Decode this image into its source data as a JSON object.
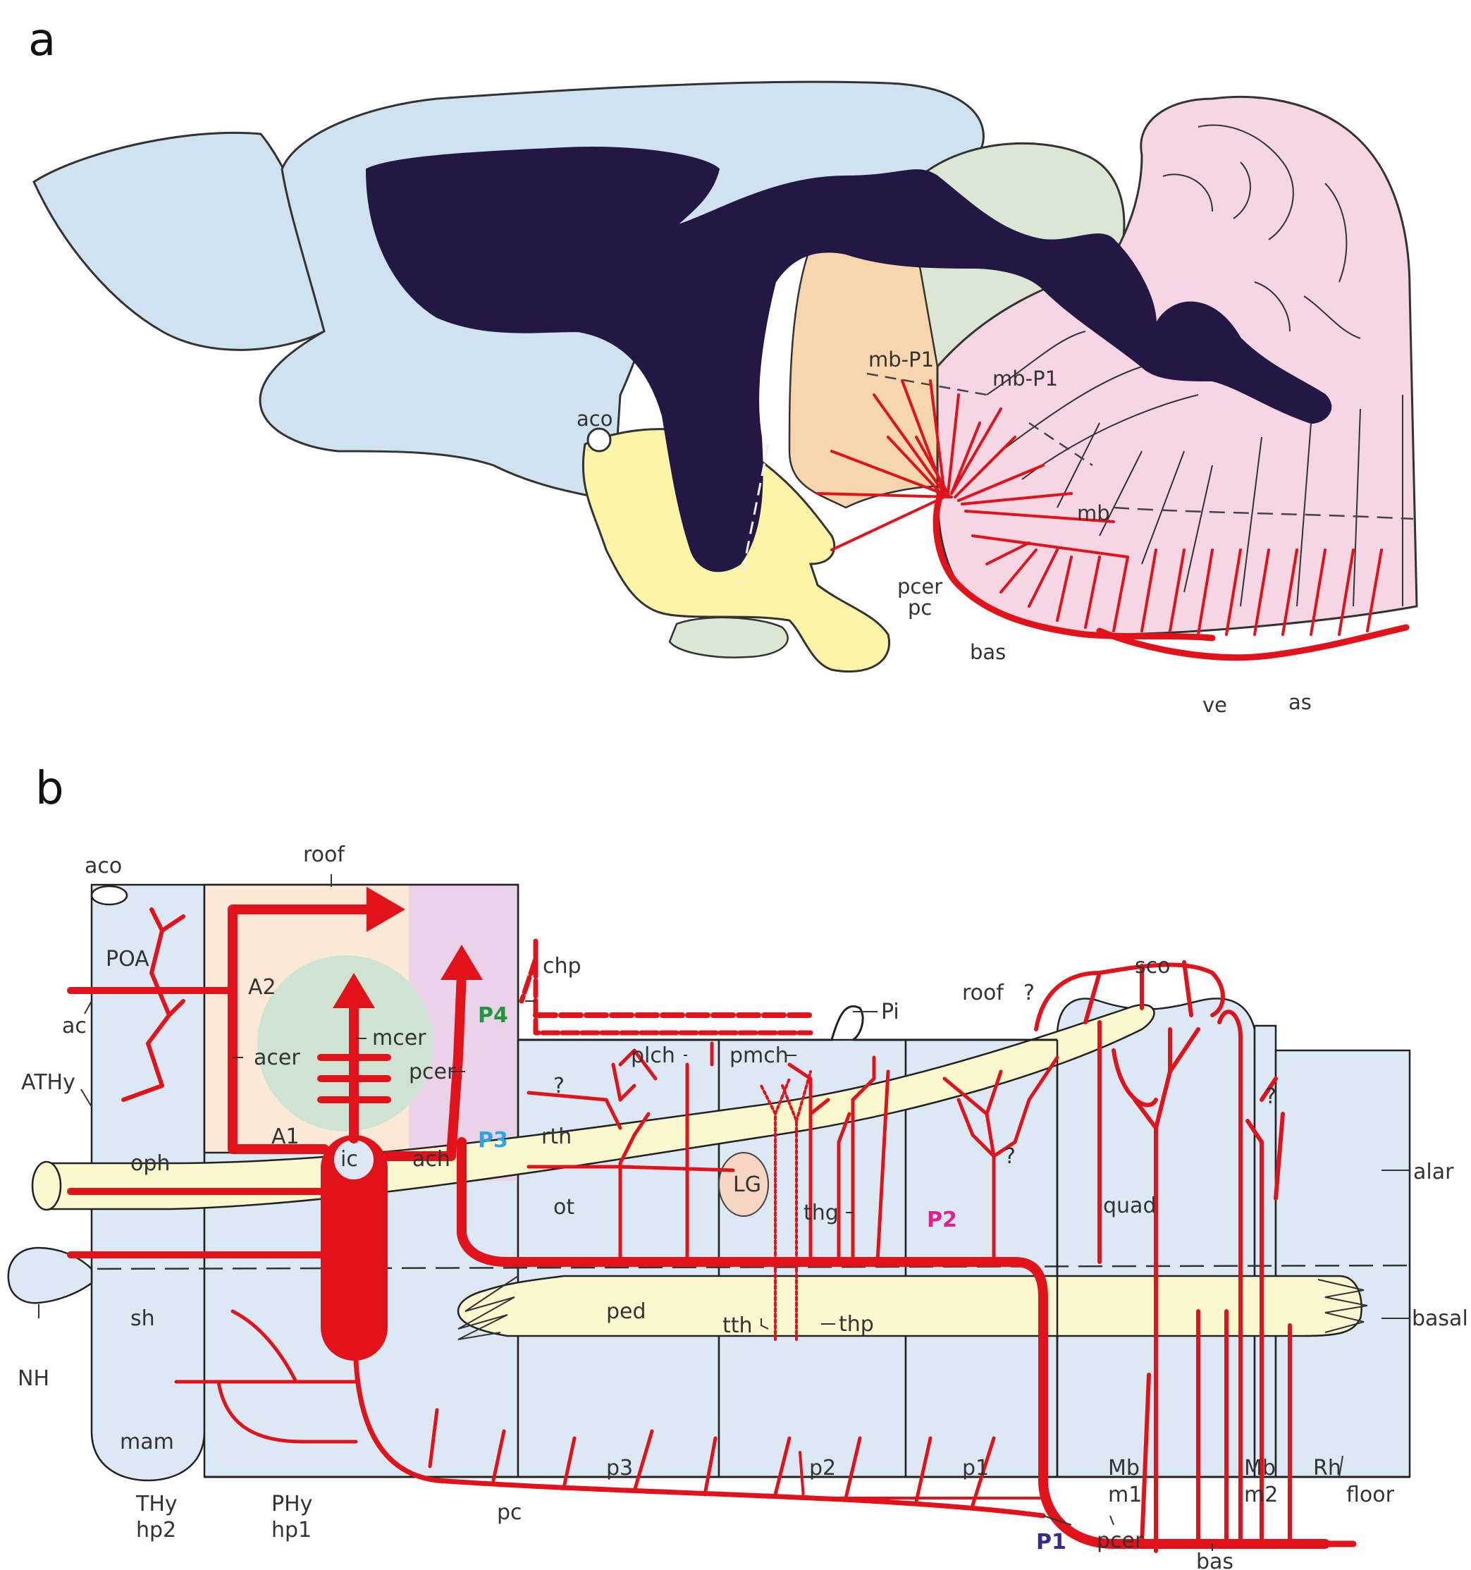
{
  "panel_a": {
    "letter": "a",
    "labels": {
      "aco": "aco",
      "mb_p1_left": "mb-P1",
      "mb_p1_right": "mb-P1",
      "mb": "mb",
      "pcer": "pcer",
      "pc": "pc",
      "bas": "bas",
      "ve": "ve",
      "as": "as"
    }
  },
  "panel_b": {
    "letter": "b",
    "labels": {
      "aco": "aco",
      "roof_left": "roof",
      "poa": "POA",
      "ac": "ac",
      "athy": "ATHy",
      "a2": "A2",
      "acer": "acer",
      "mcer": "mcer",
      "pcer": "pcer",
      "a1": "A1",
      "ic": "ic",
      "ach": "ach",
      "p4": "P4",
      "p3": "P3",
      "chp": "chp",
      "pi": "Pi",
      "roof_right": "roof",
      "q1": "?",
      "sco": "sco",
      "plch": "plch",
      "pmch": "pmch",
      "q2": "?",
      "rth": "rth",
      "q3": "?",
      "q4": "?",
      "oph": "oph",
      "lg": "LG",
      "ot": "ot",
      "thg": "thg",
      "p2": "P2",
      "quad": "quad",
      "alar": "alar",
      "sh": "sh",
      "ped": "ped",
      "tth": "tth",
      "thp": "thp",
      "basal": "basal",
      "nh": "NH",
      "mam": "mam",
      "p3_floor": "p3",
      "p2_floor": "p2",
      "p1_floor": "p1",
      "mb": "Mb",
      "m1": "m1",
      "mb2": "Mb",
      "m2": "m2",
      "rh": "Rh",
      "floor": "floor",
      "thy": "THy",
      "hp2": "hp2",
      "phy": "PHy",
      "hp1": "hp1",
      "pc": "pc",
      "p1": "P1",
      "pcer_bottom": "pcer",
      "bas": "bas"
    },
    "colors": {
      "artery": "#e2121b",
      "p4": "#1a9a3a",
      "p3": "#2aa7e0",
      "p2": "#e0208c",
      "p1": "#3a2a8a",
      "alar_blue": "#dce9f5",
      "tract_yellow": "#fbf7cf",
      "telen_peach": "#fbe8d6",
      "lilac": "#ead3e8",
      "green_disc": "#cfe3d2"
    }
  }
}
